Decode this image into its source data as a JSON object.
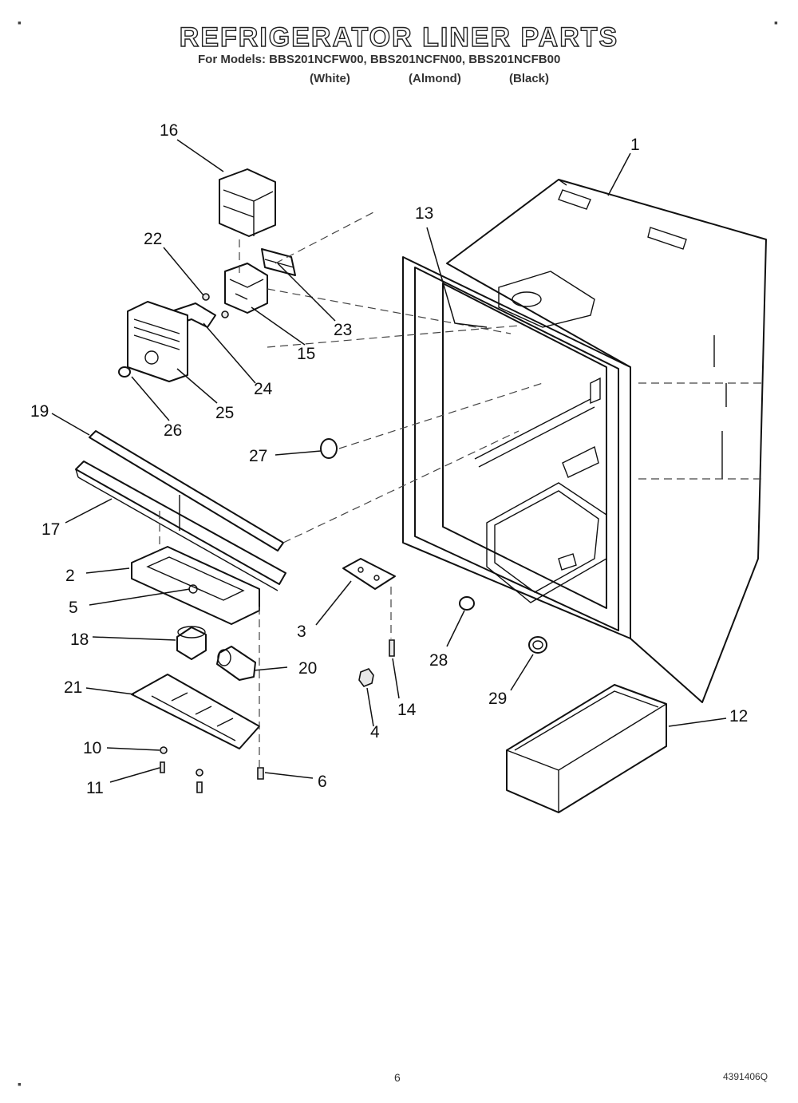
{
  "title": "REFRIGERATOR LINER PARTS",
  "models_line": "For Models: BBS201NCFW00, BBS201NCFN00, BBS201NCFB00",
  "variants": [
    "(White)",
    "(Almond)",
    "(Black)"
  ],
  "page_number": "6",
  "doc_code": "4391406Q",
  "callouts": {
    "c1": "1",
    "c2": "2",
    "c3": "3",
    "c4": "4",
    "c5": "5",
    "c6": "6",
    "c10": "10",
    "c11": "11",
    "c12": "12",
    "c13": "13",
    "c14": "14",
    "c15": "15",
    "c16": "16",
    "c17": "17",
    "c18": "18",
    "c19": "19",
    "c20": "20",
    "c21": "21",
    "c22": "22",
    "c23": "23",
    "c24": "24",
    "c25": "25",
    "c26": "26",
    "c27": "27",
    "c28": "28",
    "c29": "29"
  }
}
